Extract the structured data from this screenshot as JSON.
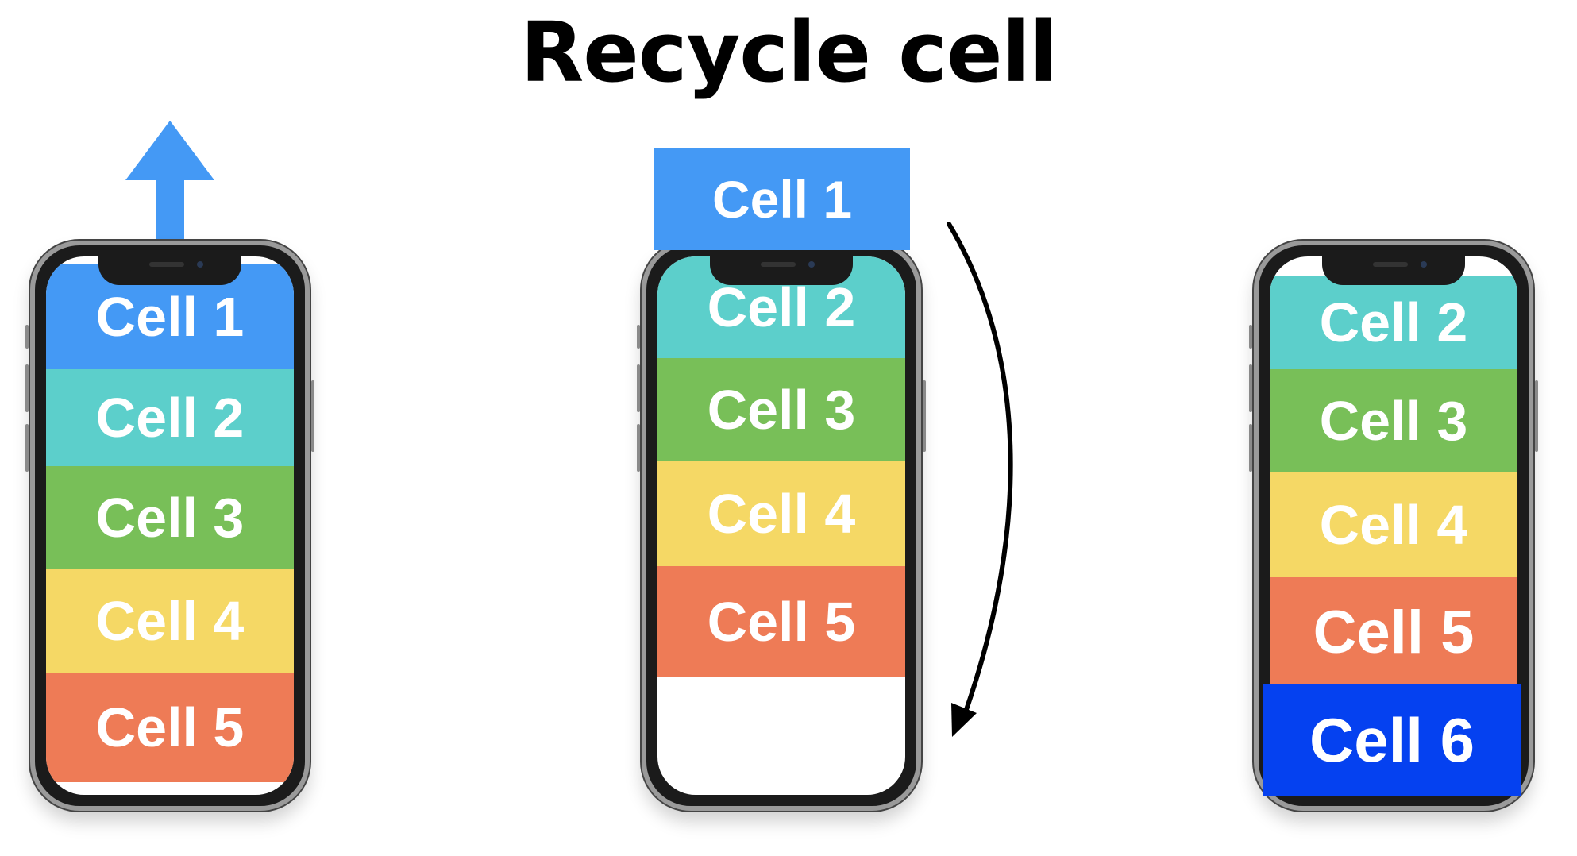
{
  "title": "Recycle cell",
  "colors": {
    "cell_1": "#4499f5",
    "cell_2": "#5ccfcb",
    "cell_3": "#78bf58",
    "cell_4": "#f5d865",
    "cell_5": "#ee7b56",
    "cell_6": "#0541f0",
    "arrow_up": "#4499f5",
    "arrow_curve": "#000000"
  },
  "phones": [
    {
      "cells": [
        "Cell 1",
        "Cell 2",
        "Cell 3",
        "Cell 4",
        "Cell 5"
      ]
    },
    {
      "detached_cell": "Cell 1",
      "cells": [
        "Cell 2",
        "Cell 3",
        "Cell 4",
        "Cell 5"
      ]
    },
    {
      "cells": [
        "Cell 2",
        "Cell 3",
        "Cell 4",
        "Cell 5",
        "Cell 6"
      ]
    }
  ],
  "icons": [
    "up-arrow-icon",
    "curved-down-arrow-icon"
  ]
}
